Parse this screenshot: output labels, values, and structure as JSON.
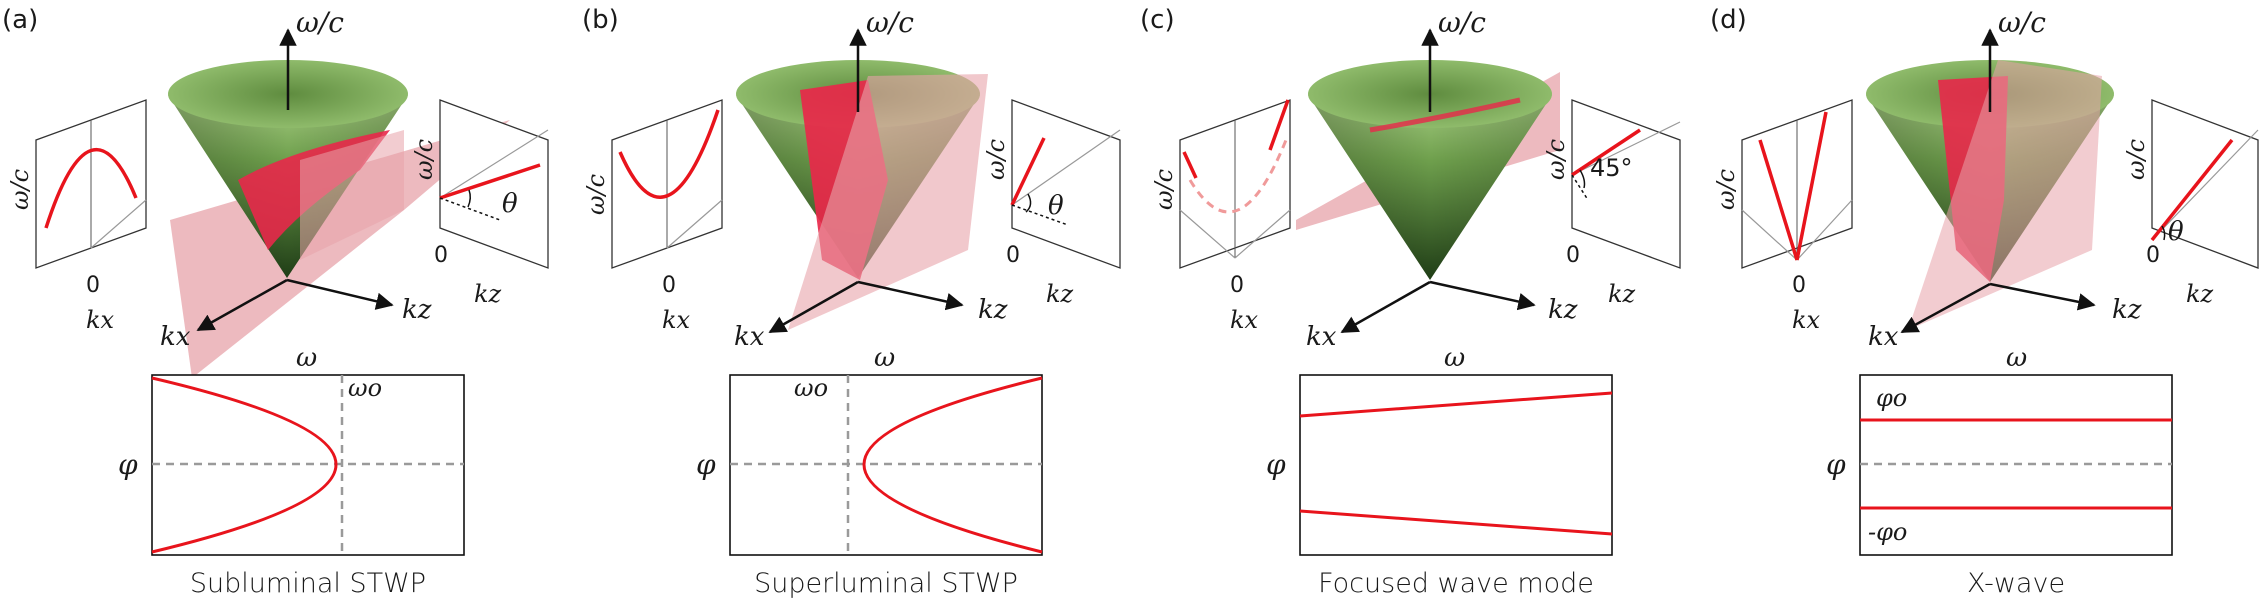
{
  "panels": [
    {
      "letter": "(a)",
      "caption": "Subluminal STWP",
      "omega_axis": "ω/c",
      "kz_axis": "kz",
      "kx_axis": "kx",
      "left_inset": {
        "ylabel": "ω/c",
        "zero": "0",
        "xlabel": "kx",
        "curve": "parabola-down"
      },
      "right_inset": {
        "ylabel": "ω/c",
        "zero": "0",
        "xlabel": "kz",
        "angle": "θ"
      },
      "bottom": {
        "omega": "ω",
        "phi": "φ",
        "omega_o": "ωo",
        "curve": "parabola-left"
      }
    },
    {
      "letter": "(b)",
      "caption": "Superluminal STWP",
      "omega_axis": "ω/c",
      "kz_axis": "kz",
      "kx_axis": "kx",
      "left_inset": {
        "ylabel": "ω/c",
        "zero": "0",
        "xlabel": "kx",
        "curve": "parabola-up"
      },
      "right_inset": {
        "ylabel": "ω/c",
        "zero": "0",
        "xlabel": "kz",
        "angle": "θ"
      },
      "bottom": {
        "omega": "ω",
        "phi": "φ",
        "omega_o": "ωo",
        "curve": "parabola-right"
      }
    },
    {
      "letter": "(c)",
      "caption": "Focused wave mode",
      "omega_axis": "ω/c",
      "kz_axis": "kz",
      "kx_axis": "kx",
      "left_inset": {
        "ylabel": "ω/c",
        "zero": "0",
        "xlabel": "kx",
        "curve": "dashed-parabola"
      },
      "right_inset": {
        "ylabel": "ω/c",
        "zero": "0",
        "xlabel": "kz",
        "angle": "45°"
      },
      "bottom": {
        "omega": "ω",
        "phi": "φ",
        "curve": "diverging-lines"
      }
    },
    {
      "letter": "(d)",
      "caption": "X-wave",
      "omega_axis": "ω/c",
      "kz_axis": "kz",
      "kx_axis": "kx",
      "left_inset": {
        "ylabel": "ω/c",
        "zero": "0",
        "xlabel": "kx",
        "curve": "v-lines"
      },
      "right_inset": {
        "ylabel": "ω/c",
        "zero": "0",
        "xlabel": "kz",
        "angle": "θ"
      },
      "bottom": {
        "omega": "ω",
        "phi": "φ",
        "phi_o": "φo",
        "phi_o_neg": "-φo",
        "curve": "horizontal-lines"
      }
    }
  ],
  "colors": {
    "curve": "#e8141c",
    "cone_light": "#8fbf6a",
    "cone_dark": "#1f3d16",
    "plane": "#e7a3aa",
    "intersection": "#e8284a",
    "dashed_axis": "#9a9a9a"
  }
}
